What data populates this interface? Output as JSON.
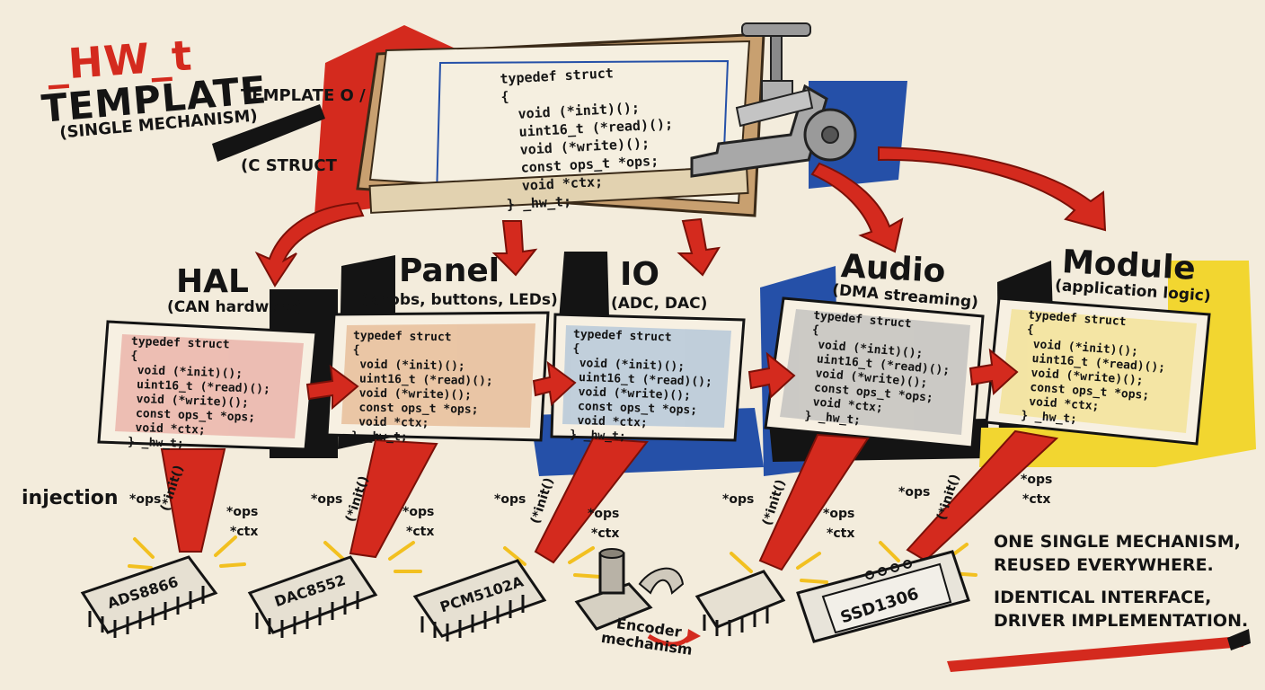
{
  "title": {
    "hw_t": "_HW_t",
    "template": "TEMPLATE",
    "subtitle": "(SINGLE MECHANISM)"
  },
  "template_label": {
    "line1": "TEMPLATE O /",
    "line2": "(C STRUCT"
  },
  "main_struct": [
    "typedef struct",
    "{",
    "  void (*init)();",
    "  uint16_t (*read)();",
    "  void (*write)();",
    "  const ops_t *ops;",
    "  void *ctx;",
    "} _hw_t;"
  ],
  "panel_struct": [
    "typedef struct",
    "{",
    " void (*init)();",
    " uint16_t (*read)();",
    " void (*write)();",
    " const ops_t *ops;",
    " void *ctx;",
    "} _hw_t;"
  ],
  "panels": [
    {
      "title": "HAL",
      "subtitle": "(CAN hardware)",
      "color": "#e8a8a0"
    },
    {
      "title": "Panel",
      "subtitle": "(knobs, buttons, LEDs)",
      "color": "#e4b48c"
    },
    {
      "title": "IO",
      "subtitle": "(ADC, DAC)",
      "color": "#a9c1d8"
    },
    {
      "title": "Audio",
      "subtitle": "(DMA streaming)",
      "color": "#b9b9b9"
    },
    {
      "title": "Module",
      "subtitle": "(application logic)",
      "color": "#f2e08a"
    }
  ],
  "injection_label": "injection",
  "pointer_labels": {
    "ops": "*ops",
    "init": "(*init()",
    "ops2": "*ops",
    "ctx": "*ctx"
  },
  "chips": [
    "ADS8866",
    "DAC8552",
    "PCM5102A",
    "SSD1306"
  ],
  "encoder_label": "Encoder\nmechanism",
  "notes": {
    "line1": "ONE SINGLE MECHANISM,",
    "line2": "REUSED EVERYWHERE.",
    "line3": "IDENTICAL INTERFACE,",
    "line4": "DRIVER IMPLEMENTATION."
  },
  "colors": {
    "red": "#d42a1e",
    "blue": "#2550a8",
    "yellow": "#f2d630",
    "black": "#141414",
    "paper": "#f3ecdc"
  }
}
